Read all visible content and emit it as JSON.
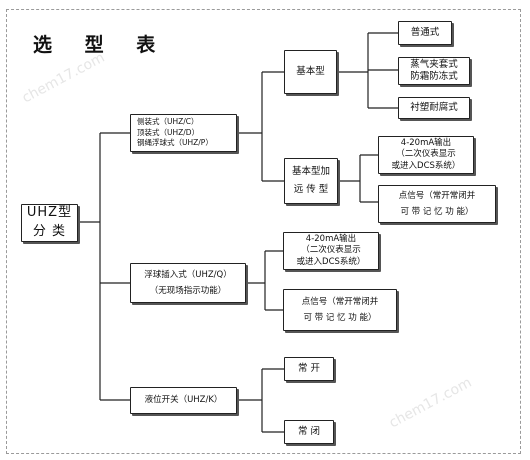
{
  "title": "选 型 表",
  "watermark": "chem17.com",
  "root": {
    "lines": [
      "UHZ型",
      "分 类"
    ]
  },
  "side_mounted": {
    "lines": [
      "侧装式（UHZ/C）",
      "顶装式（UHZ/D）",
      "钢绳浮球式（UHZ/P）"
    ]
  },
  "basic": {
    "label": "基本型"
  },
  "basic_normal": {
    "label": "普通式"
  },
  "basic_steam": {
    "lines": [
      "蒸气夹套式",
      "防霜防冻式"
    ]
  },
  "basic_lined": {
    "label": "衬塑耐腐式"
  },
  "basic_plus": {
    "lines": [
      "基本型加",
      "远 传 型"
    ]
  },
  "bp_signal": {
    "lines": [
      "4-20mA输出",
      "（二次仪表显示",
      "或进入DCS系统）"
    ]
  },
  "bp_point": {
    "lines": [
      "点信号（常开常闭并",
      "可 带 记 忆 功 能）"
    ]
  },
  "float": {
    "lines": [
      "浮球插入式（UHZ/Q）",
      "（无现场指示功能）"
    ]
  },
  "fl_signal": {
    "lines": [
      "4-20mA输出",
      "（二次仪表显示",
      "或进入DCS系统）"
    ]
  },
  "fl_point": {
    "lines": [
      "点信号（常开常闭并",
      "可 带 记 忆 功 能）"
    ]
  },
  "switch": {
    "label": "液位开关（UHZ/K）"
  },
  "sw_open": {
    "label": "常 开"
  },
  "sw_closed": {
    "label": "常 闭"
  }
}
